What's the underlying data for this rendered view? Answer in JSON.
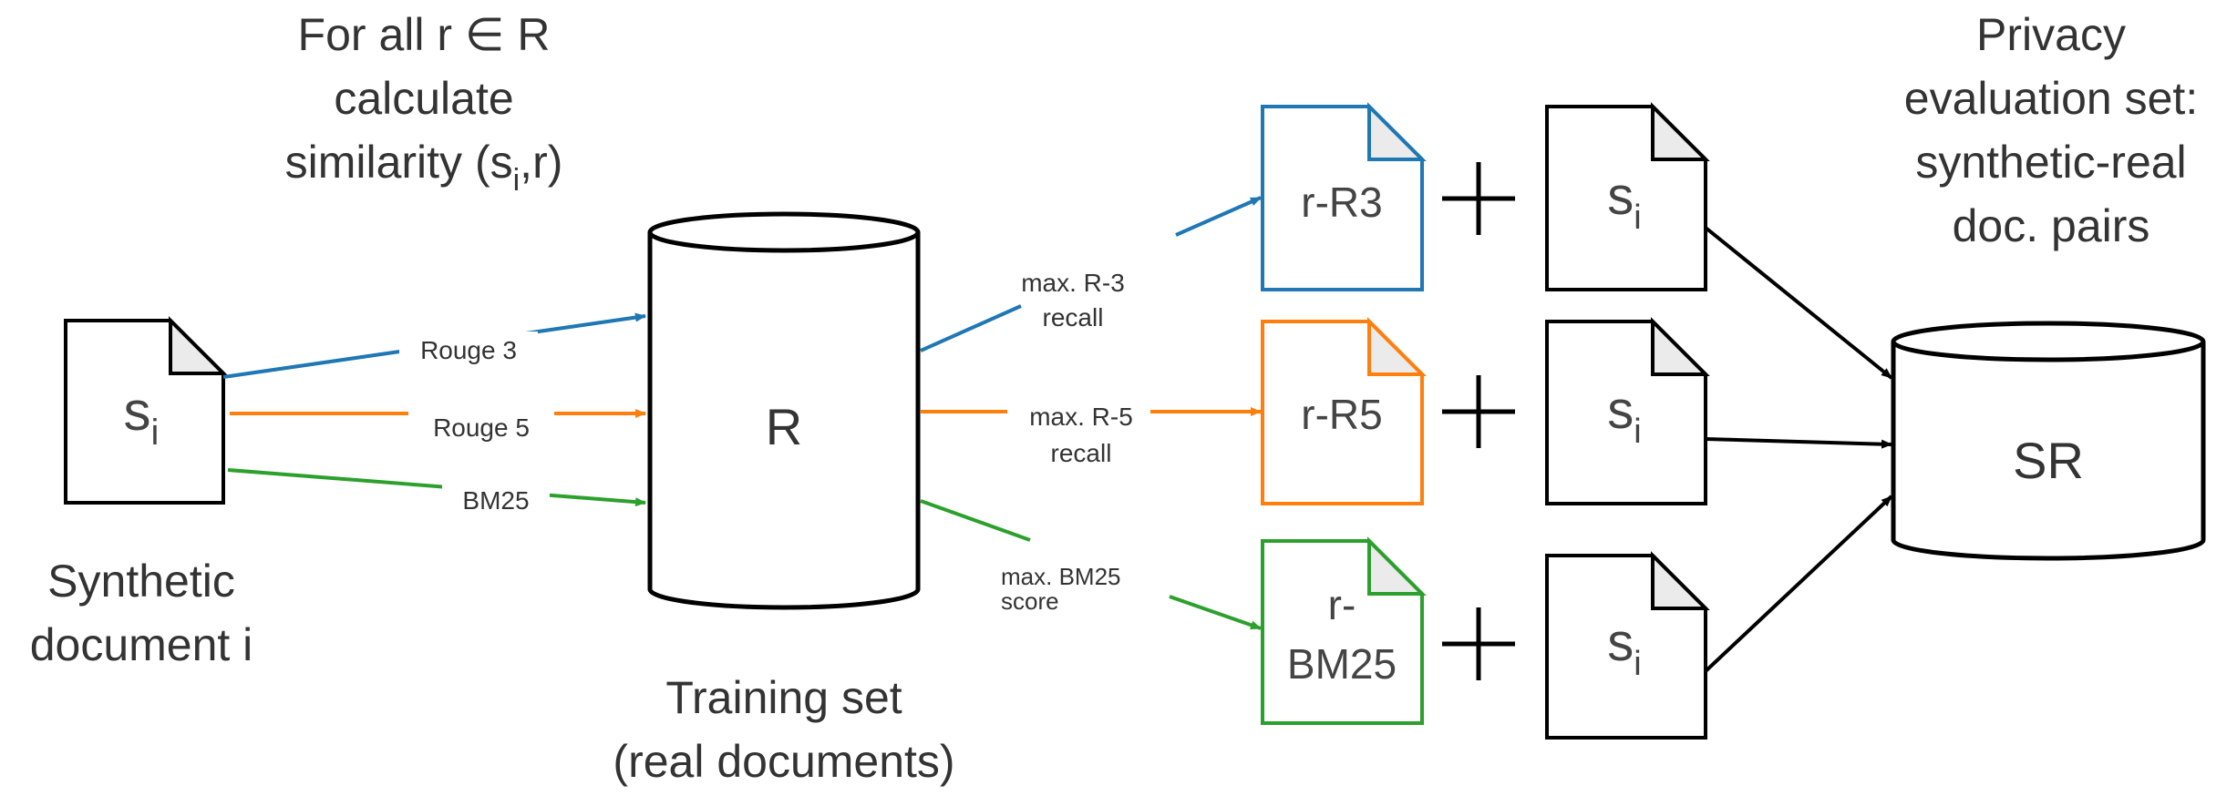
{
  "header_left": {
    "line1": "For all r ∈ R",
    "line2": "calculate",
    "line3_prefix": "similarity (s",
    "line3_sub": "i",
    "line3_suffix": ",r)"
  },
  "header_right": {
    "line1": "Privacy",
    "line2": "evaluation set:",
    "line3": "synthetic-real",
    "line4": "doc. pairs"
  },
  "synthetic_doc": {
    "symbol": "s",
    "sub": "i",
    "caption_line1": "Synthetic",
    "caption_line2": "document i"
  },
  "training_db": {
    "label": "R",
    "caption_line1": "Training set",
    "caption_line2": "(real documents)"
  },
  "edges_in": {
    "rouge3": "Rouge 3",
    "rouge5": "Rouge 5",
    "bm25": "BM25"
  },
  "edges_out": {
    "r3_line1": "max. R-3",
    "r3_line2": "recall",
    "r5_line1": "max. R-5",
    "r5_line2": "recall",
    "bm25_line1": "max. BM25",
    "bm25_line2": "score"
  },
  "result_docs": {
    "r3": "r-R3",
    "r5": "r-R5",
    "bm25_line1": "r-",
    "bm25_line2": "BM25"
  },
  "pair_doc": {
    "symbol": "s",
    "sub": "i"
  },
  "output_db": {
    "label": "SR"
  },
  "colors": {
    "rouge3": "#1f77b4",
    "rouge5": "#ff7f0e",
    "bm25": "#2ca02c",
    "ink": "#000000",
    "fold": "#ebebeb",
    "text": "#333333"
  }
}
